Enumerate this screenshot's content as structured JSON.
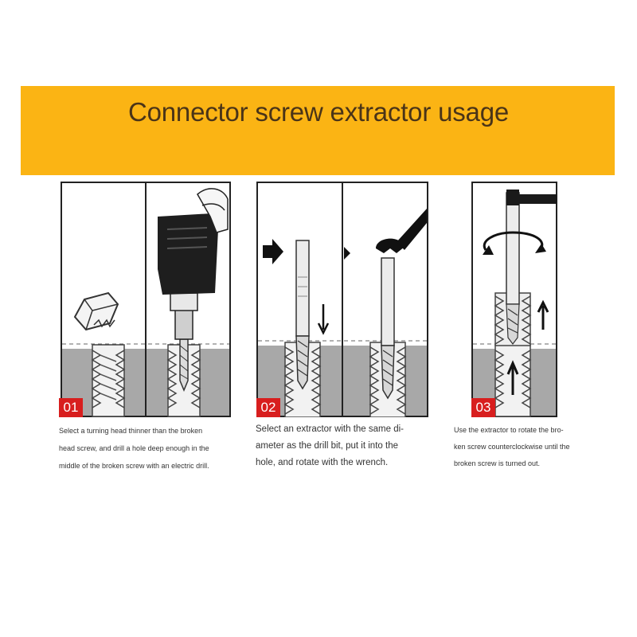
{
  "banner": {
    "title": "Connector screw extractor usage",
    "color": "#fbb414"
  },
  "steps": [
    {
      "number": "01",
      "caption_lines": [
        "Select a turning head thinner than the broken",
        "head screw, and drill a hole deep enough in the",
        "middle of the broken screw with an electric drill."
      ]
    },
    {
      "number": "02",
      "caption_lines": [
        "Select an extractor with the same di-",
        "ameter as the drill bit, put it into the",
        "hole, and rotate with the wrench."
      ]
    },
    {
      "number": "03",
      "caption_lines": [
        "Use the extractor to rotate the bro-",
        "ken screw counterclockwise until the",
        "broken screw is turned out."
      ]
    }
  ],
  "colors": {
    "badge": "#d81e1e",
    "wall": "#a8a8a8",
    "frame": "#222222"
  }
}
